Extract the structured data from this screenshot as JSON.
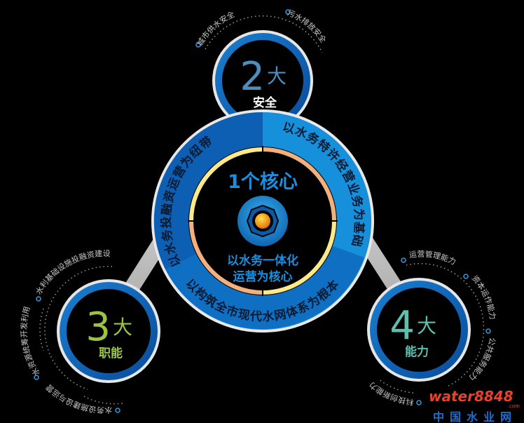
{
  "center": {
    "title": "1个核心",
    "subtitle_line1": "以水务一体化",
    "subtitle_line2": "运营为核心",
    "ring_left": "以水务投融资运营为纽带",
    "ring_right": "以水务特许经营业务为基础",
    "ring_bottom": "以构筑全市现代水网体系为根本"
  },
  "top_node": {
    "number": "2",
    "unit": "大",
    "label": "安全",
    "items": [
      "城市供水安全",
      "污水排放安全"
    ],
    "color": "#4a8fbf"
  },
  "left_node": {
    "number": "3",
    "unit": "大",
    "label": "职能",
    "items": [
      "水利基础设施投融资建设",
      "水资源统筹开发利用",
      "水务设施建设与运营"
    ],
    "color": "#9cc444"
  },
  "right_node": {
    "number": "4",
    "unit": "大",
    "label": "能力",
    "items": [
      "运营管理能力",
      "资本运作能力",
      "公共服务能力",
      "科技创新能力"
    ],
    "color": "#5fbfae"
  },
  "watermark": {
    "brand": "water8848",
    "domain": ".com",
    "name": "中国水业网"
  }
}
